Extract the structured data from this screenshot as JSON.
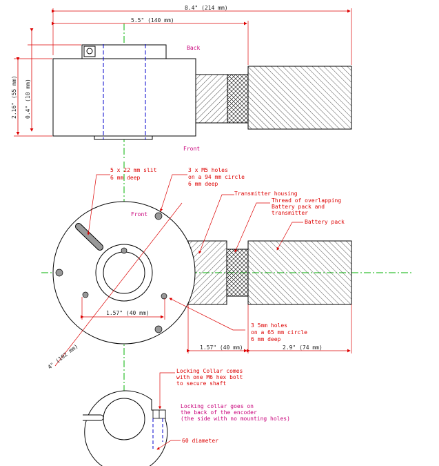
{
  "colors": {
    "outline": "#000000",
    "dimension": "#dd0000",
    "centerline": "#00b000",
    "hidden": "#0000cc",
    "note": "#c8007a",
    "hole": "#999999"
  },
  "dimensions": {
    "overall_length": "8.4\" (214 mm)",
    "body_length": "5.5\" (140 mm)",
    "overall_height": "2.16\" (55 mm)",
    "body_height": "0.4\" (10 mm)",
    "bore_offset": "1.57\" (40 mm)",
    "diameter": "4\" (102 mm)",
    "housing_offset": "1.57\" (40 mm)",
    "battery_length": "2.9\" (74 mm)"
  },
  "labels": {
    "back": "Back",
    "front_top": "Front",
    "front_circle": "Front",
    "slit": [
      "5 x 22 mm slit",
      "6 mm deep"
    ],
    "m5_holes": [
      "3 x M5 holes",
      "on a 94 mm circle",
      "6 mm deep"
    ],
    "transmitter_housing": "Transmitter housing",
    "thread": [
      "Thread of overlapping",
      "Battery pack and",
      "transmitter"
    ],
    "battery_pack": "Battery pack",
    "small_holes": [
      "3  5mm holes",
      "on a 65 mm circle",
      "6 mm deep"
    ],
    "collar_note": [
      "Locking Collar comes",
      "with one M6 hex bolt",
      "to secure shaft"
    ],
    "collar_back": [
      "Locking collar goes on",
      "the back of the encoder",
      "(the side with no mounting holes)"
    ],
    "collar_diameter": "60 diameter"
  }
}
